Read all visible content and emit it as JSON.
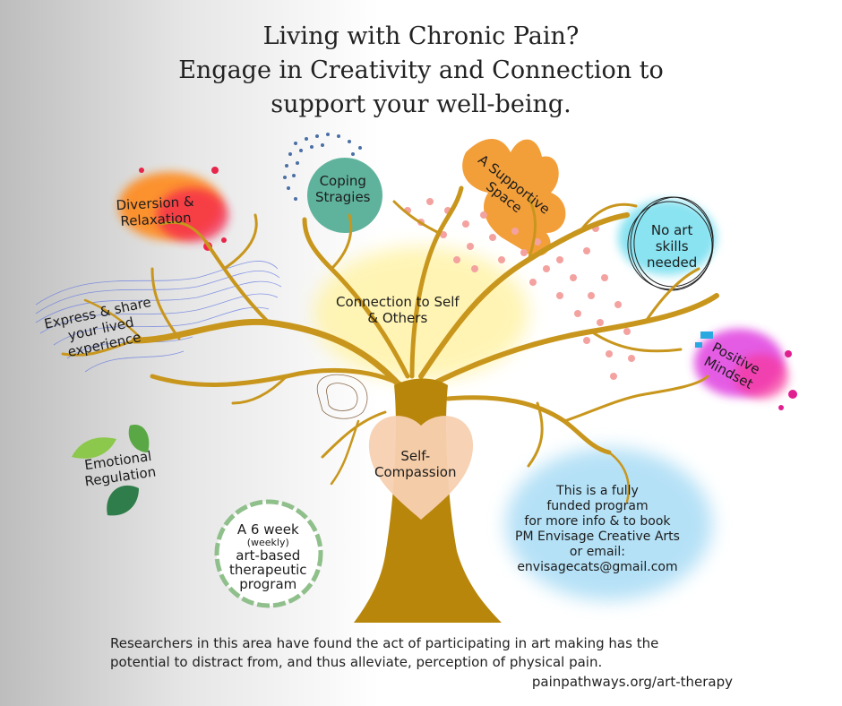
{
  "title": {
    "line1": "Living with Chronic Pain?",
    "line2": "Engage in Creativity and Connection to",
    "line3": "support your well-being."
  },
  "labels": {
    "diversion": [
      "Diversion &",
      "Relaxation"
    ],
    "coping": [
      "Coping",
      "Stragies"
    ],
    "supportive": [
      "A Supportive",
      "Space"
    ],
    "no_art": [
      "No art",
      "skills",
      "needed"
    ],
    "express": [
      "Express & share",
      "your lived",
      "experience"
    ],
    "connection": [
      "Connection to Self",
      "& Others"
    ],
    "positive": [
      "Positive",
      "Mindset"
    ],
    "emotional": [
      "Emotional",
      "Regulation"
    ],
    "self_compassion": [
      "Self-",
      "Compassion"
    ],
    "program": [
      "A 6 week",
      "(weekly)",
      "art-based",
      "therapeutic",
      "program"
    ],
    "funded": [
      "This is a fully",
      "funded program",
      "for more info & to book",
      "PM Envisage Creative Arts",
      "or email:",
      "envisagecats@gmail.com"
    ]
  },
  "footer": {
    "line1": "Researchers in this area have found the act of participating in art making has the",
    "line2": "potential to distract from, and thus alleviate, perception of physical pain.",
    "url": "painpathways.org/art-therapy"
  },
  "colors": {
    "trunk": "#b8860b",
    "branches": "#c8961c",
    "teal_circle": "#5fb39c",
    "orange_leaf": "#f29a2e",
    "dots_pink": "#f0a0a0",
    "green_leaf": "#5aa845",
    "blue_wash": "#9fd8f2",
    "magenta": "#e040e0"
  }
}
